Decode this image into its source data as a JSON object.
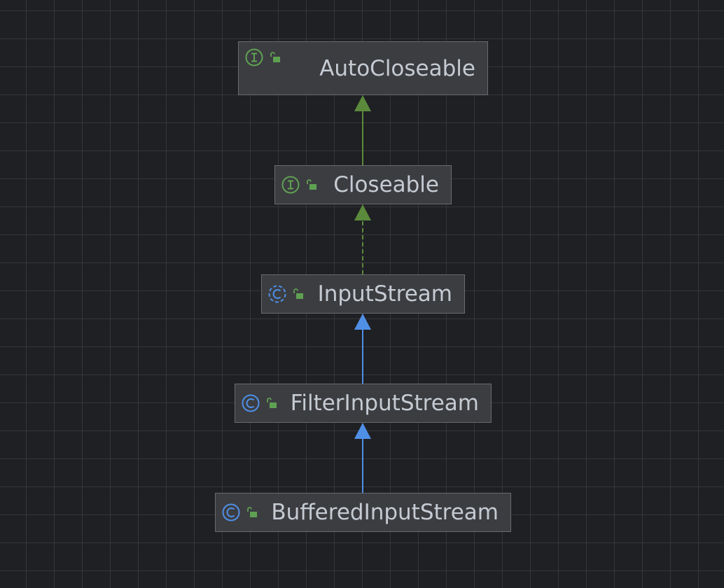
{
  "diagram": {
    "nodes": [
      {
        "id": "autocloseable",
        "label": "AutoCloseable",
        "kind": "interface",
        "kind_icon": "interface-icon"
      },
      {
        "id": "closeable",
        "label": "Closeable",
        "kind": "interface",
        "kind_icon": "interface-icon"
      },
      {
        "id": "inputstream",
        "label": "InputStream",
        "kind": "abstract-class",
        "kind_icon": "abstract-class-icon"
      },
      {
        "id": "filterinputstream",
        "label": "FilterInputStream",
        "kind": "class",
        "kind_icon": "class-icon"
      },
      {
        "id": "bufferedinputstream",
        "label": "BufferedInputStream",
        "kind": "class",
        "kind_icon": "class-icon"
      }
    ],
    "edges": [
      {
        "from": "closeable",
        "to": "autocloseable",
        "relation": "extends",
        "style": "solid",
        "color": "#5b8a3c"
      },
      {
        "from": "inputstream",
        "to": "closeable",
        "relation": "implements",
        "style": "dashed",
        "color": "#5b8a3c"
      },
      {
        "from": "filterinputstream",
        "to": "inputstream",
        "relation": "extends",
        "style": "solid",
        "color": "#4f8fe6"
      },
      {
        "from": "bufferedinputstream",
        "to": "filterinputstream",
        "relation": "extends",
        "style": "solid",
        "color": "#4f8fe6"
      }
    ]
  },
  "colors": {
    "interface_icon": "#5fa152",
    "class_icon": "#4f8fe6",
    "lock_icon": "#5fa152"
  }
}
